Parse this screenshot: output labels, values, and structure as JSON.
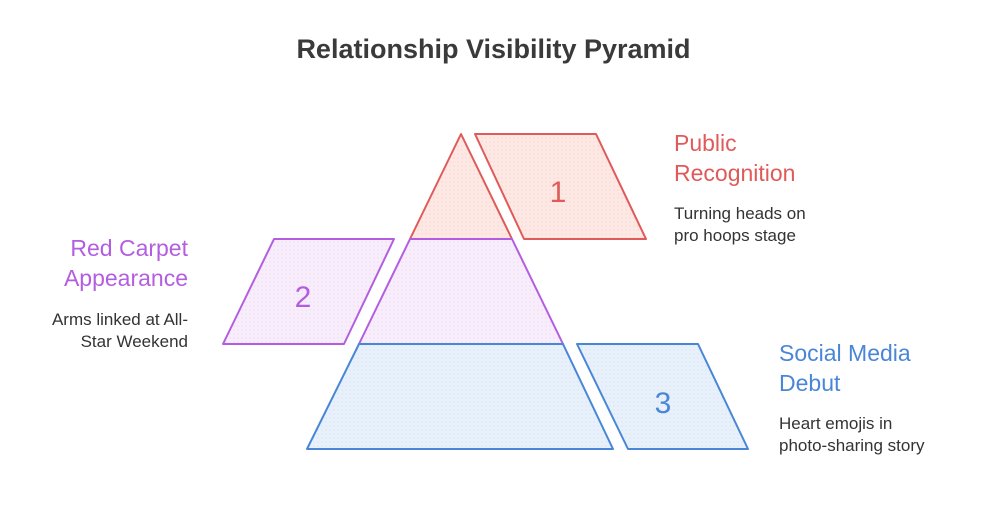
{
  "title": "Relationship Visibility Pyramid",
  "colors": {
    "red": "#e05a5a",
    "red_fill": "#fde8e4",
    "purple": "#b35ee0",
    "purple_fill": "#f7eafb",
    "blue": "#4a86d8",
    "blue_fill": "#e7f0fb",
    "title": "#3a3a3a",
    "text": "#333333"
  },
  "levels": [
    {
      "number": "1",
      "title_line1": "Public",
      "title_line2": "Recognition",
      "desc_line1": "Turning heads on",
      "desc_line2": "pro hoops stage"
    },
    {
      "number": "2",
      "title_line1": "Red Carpet",
      "title_line2": "Appearance",
      "desc_line1": "Arms linked at All-",
      "desc_line2": "Star Weekend"
    },
    {
      "number": "3",
      "title_line1": "Social Media",
      "title_line2": "Debut",
      "desc_line1": "Heart emojis in",
      "desc_line2": "photo-sharing story"
    }
  ]
}
